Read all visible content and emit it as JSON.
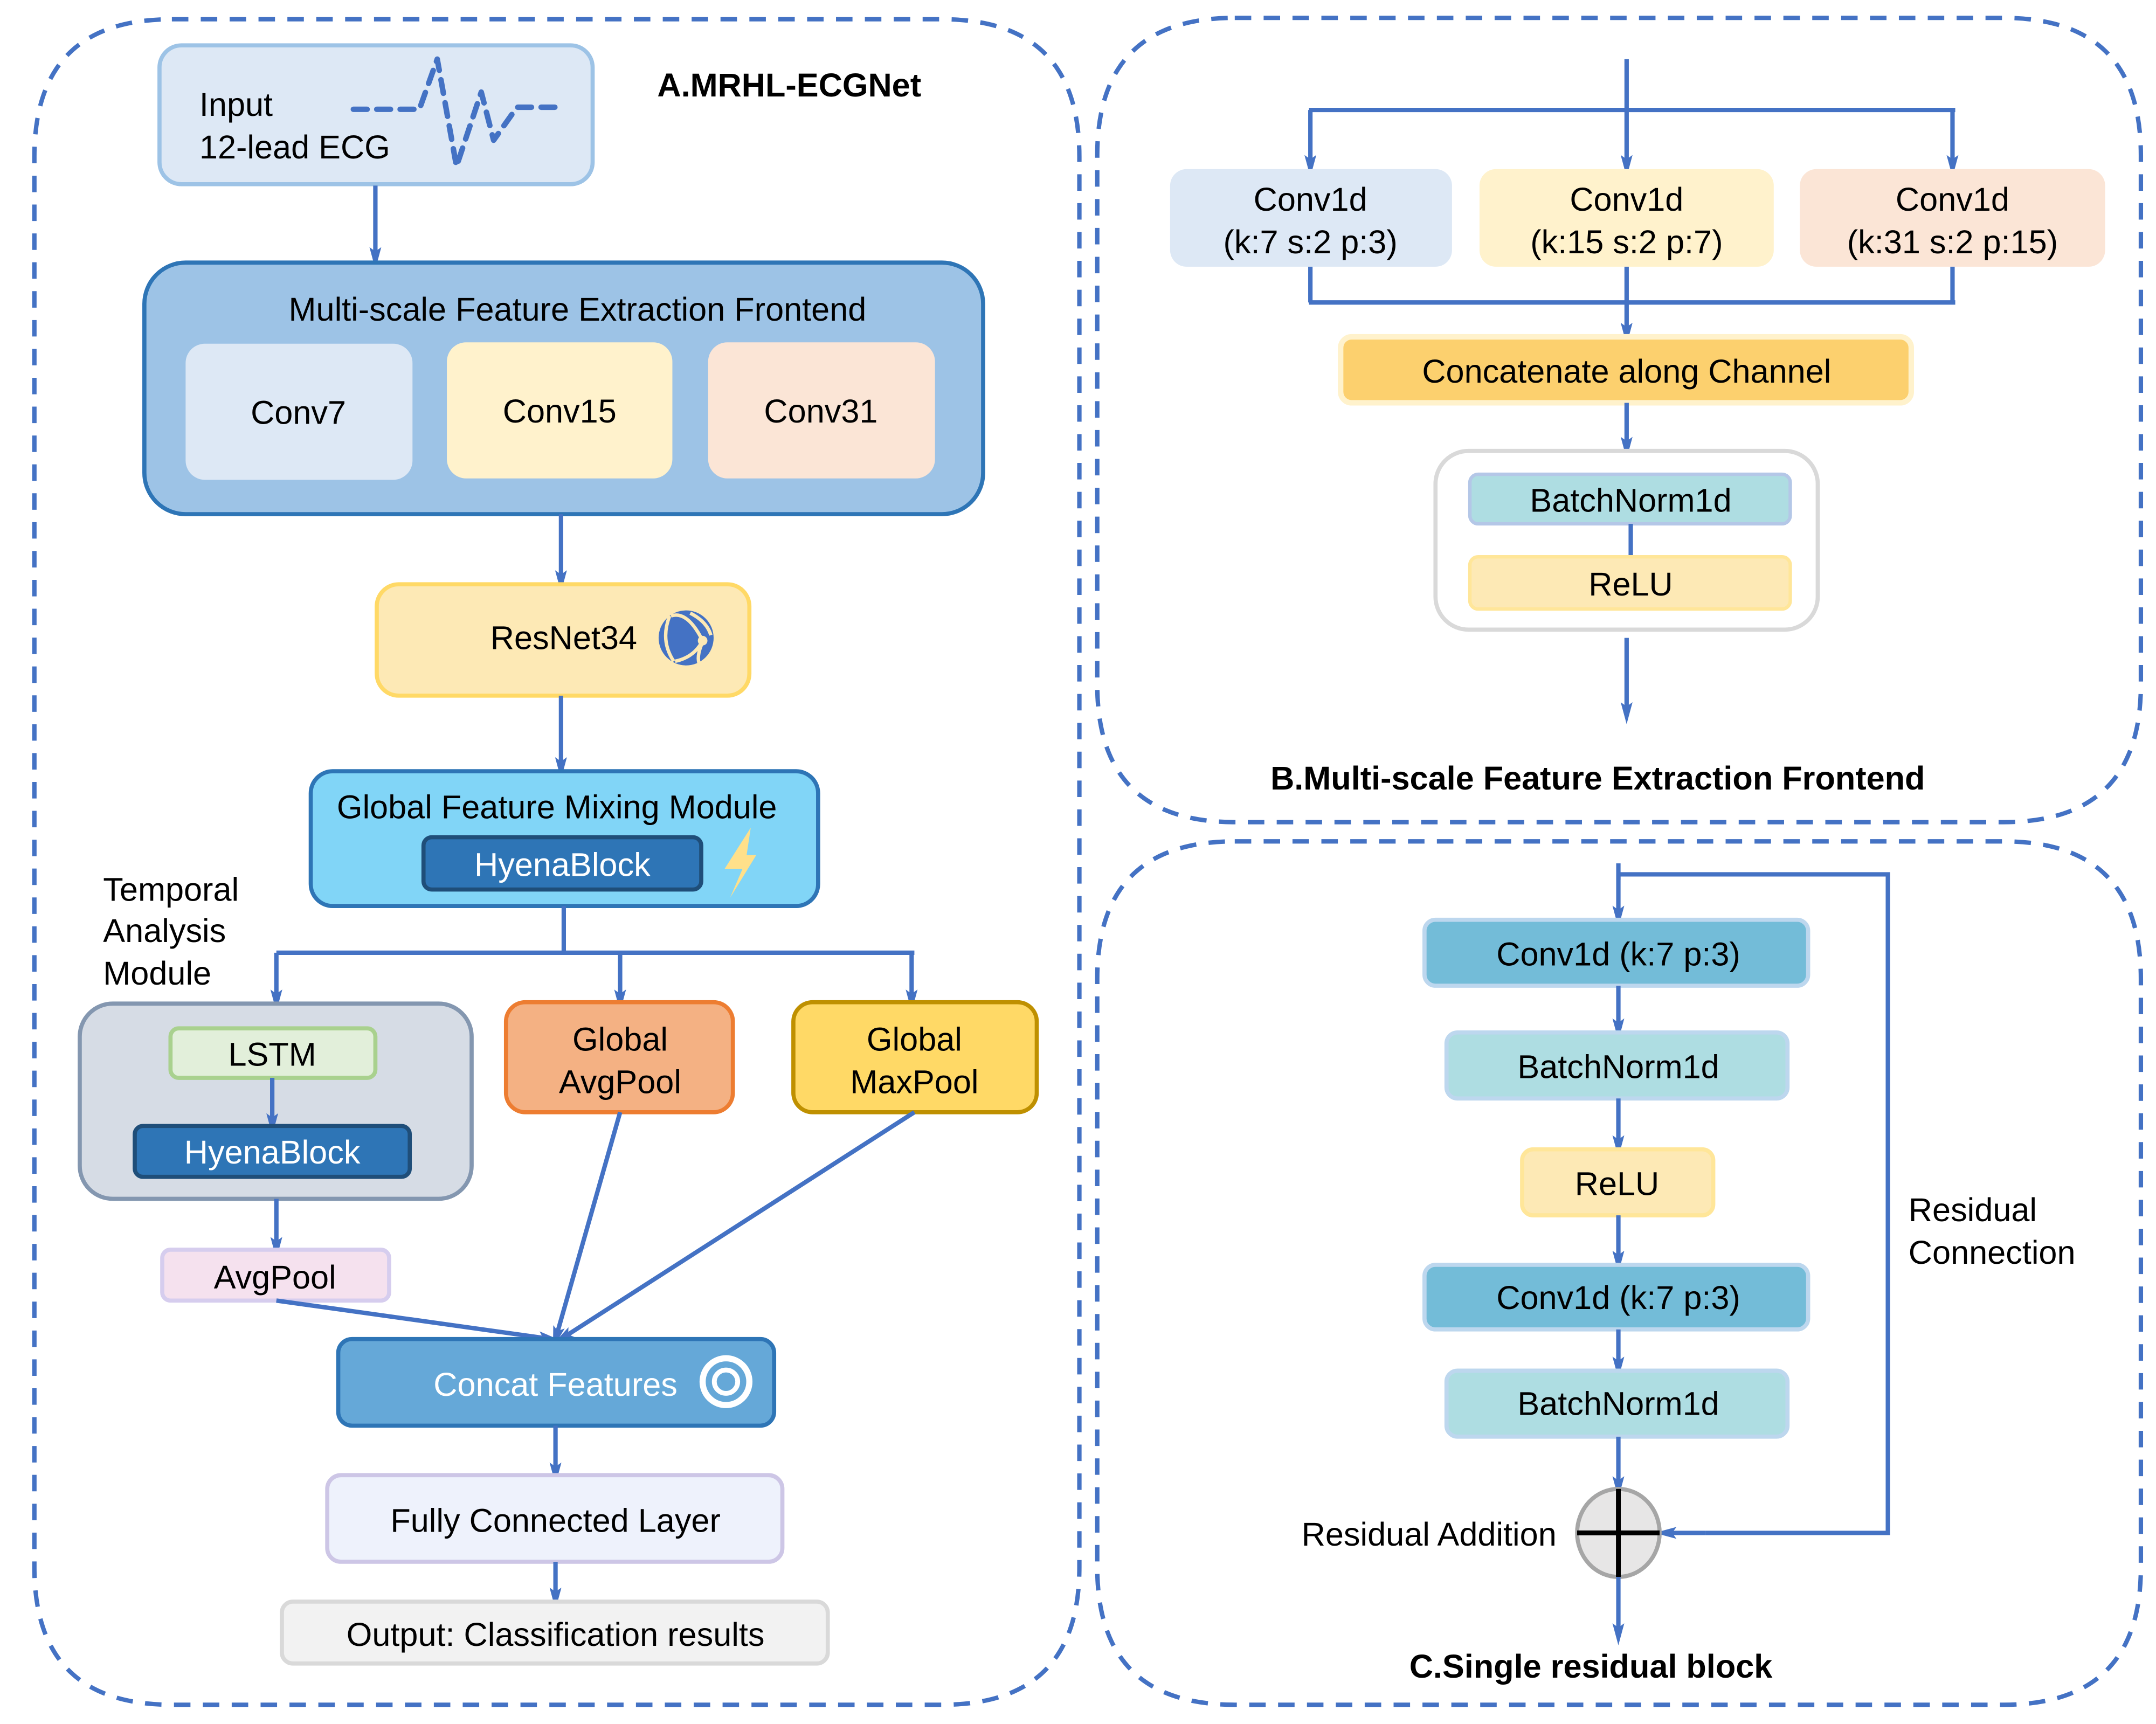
{
  "panel_a": {
    "title": "A.MRHL-ECGNet",
    "input": {
      "line1": "Input",
      "line2": "12-lead ECG",
      "icon": "ecg-waveform-icon"
    },
    "frontend": {
      "title": "Multi-scale Feature Extraction Frontend",
      "branches": [
        "Conv7",
        "Conv15",
        "Conv31"
      ]
    },
    "resnet": {
      "label": "ResNet34",
      "icon": "network-globe-icon"
    },
    "global_mixing": {
      "title": "Global Feature Mixing Module",
      "block": "HyenaBlock",
      "icon": "lightning-icon"
    },
    "temporal_label": [
      "Temporal",
      "Analysis",
      "Module"
    ],
    "temporal": {
      "lstm": "LSTM",
      "hyena": "HyenaBlock"
    },
    "global_avgpool": [
      "Global",
      "AvgPool"
    ],
    "global_maxpool": [
      "Global",
      "MaxPool"
    ],
    "avgpool": "AvgPool",
    "concat": {
      "label": "Concat Features",
      "icon": "target-icon"
    },
    "fc": "Fully Connected Layer",
    "output": "Output: Classification results"
  },
  "panel_b": {
    "title": "B.Multi-scale Feature Extraction Frontend",
    "convs": [
      {
        "name": "Conv1d",
        "params": "(k:7 s:2 p:3)"
      },
      {
        "name": "Conv1d",
        "params": "(k:15 s:2 p:7)"
      },
      {
        "name": "Conv1d",
        "params": "(k:31 s:2 p:15)"
      }
    ],
    "concat": "Concatenate along Channel",
    "batchnorm": "BatchNorm1d",
    "relu": "ReLU"
  },
  "panel_c": {
    "title": "C.Single residual block",
    "layers": [
      "Conv1d (k:7 p:3)",
      "BatchNorm1d",
      "ReLU",
      "Conv1d (k:7 p:3)",
      "BatchNorm1d"
    ],
    "addition_label": "Residual Addition",
    "residual_label": [
      "Residual",
      "Connection"
    ]
  },
  "colors": {
    "arrow": "#4472c4",
    "panel_border": "#4472c4",
    "hyena": "#2e75b6",
    "conv_blue": "#dde8f5",
    "conv_yellow": "#fff2cc",
    "conv_peach": "#fbe5d6"
  }
}
